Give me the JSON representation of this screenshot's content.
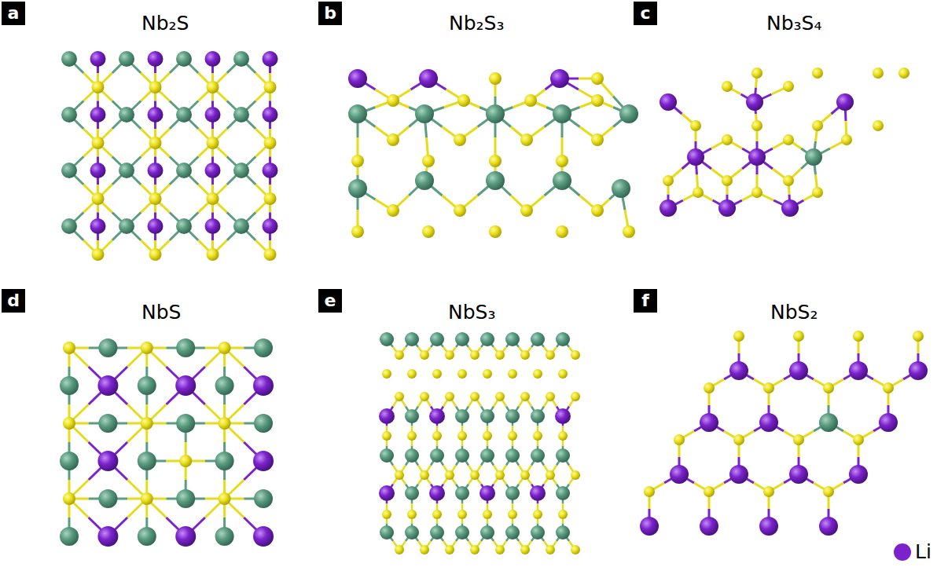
{
  "diagram": {
    "nodes": [
      {
        "text": [
          "a"
        ]
      },
      {
        "text": [
          "b"
        ]
      },
      {
        "text": [
          "c"
        ]
      },
      {
        "text": [
          "d"
        ]
      },
      {
        "text": [
          "e"
        ]
      },
      {
        "text": [
          "f"
        ]
      }
    ],
    "labels": [
      "Nb₂S",
      "Nb₂S₃",
      "Nb₃S₄",
      "NbS",
      "NbS₃",
      "NbS₂"
    ],
    "legend": [
      {
        "text": "Li",
        "color": "#7b22cc"
      }
    ]
  }
}
